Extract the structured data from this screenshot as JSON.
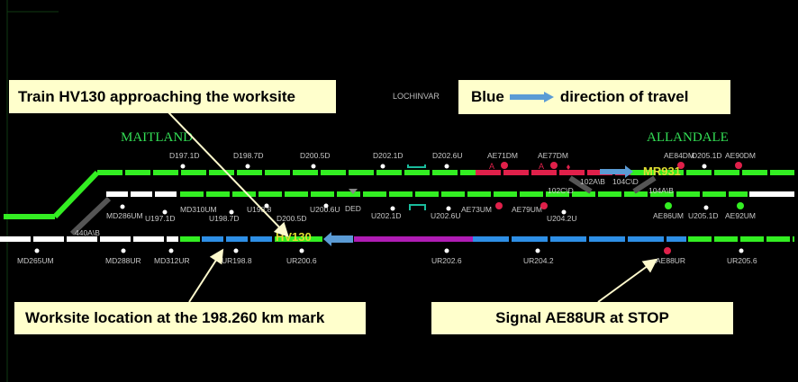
{
  "callouts": {
    "train": "Train HV130 approaching the worksite",
    "blue_word": "Blue",
    "direction": "direction of travel",
    "worksite": "Worksite location at the 198.260 km mark",
    "signal": "Signal AE88UR at STOP"
  },
  "stations": {
    "lochinvar": "LOCHINVAR",
    "maitland": "MAITLAND",
    "allandale": "ALLANDALE"
  },
  "trains": {
    "hv130": "HV130",
    "mr931": "MR931"
  },
  "colors": {
    "track_green": "#33ee22",
    "track_white": "#ffffff",
    "track_blue": "#2e8fe6",
    "track_red": "#e0204a",
    "track_magenta": "#b01cb4",
    "station_text": "#33dd55",
    "label_text": "#c8c8c8",
    "callout_bg": "#ffffcc",
    "arrow_blue": "#5b9bd5",
    "train_tag": "#dede30"
  },
  "signals_top": {
    "d197_1d": "D197.1D",
    "d198_7d": "D198.7D",
    "d200_5d": "D200.5D",
    "d202_1d": "D202.1D",
    "d202_6u": "D202.6U",
    "ae71dm": "AE71DM",
    "ae77dm": "AE77DM",
    "ae84dm": "AE84DM",
    "d205_1d": "D205.1D",
    "ae90dm": "AE90DM"
  },
  "signals_mid": {
    "md286um": "MD286UM",
    "u197_1d": "U197.1D",
    "md310um": "MD310UM",
    "u198_7d": "U198.7D",
    "u198_8": "U198.8",
    "d200_5d": "D200.5D",
    "u200_6u": "U200.6U",
    "ded": "DED",
    "u202_1d": "U202.1D",
    "u202_6u": "U202.6U",
    "ae73um": "AE73UM",
    "ae79um": "AE79UM",
    "u204_2u": "U204.2U",
    "ae86um": "AE86UM",
    "u205_1d": "U205.1D",
    "ae92um": "AE92UM"
  },
  "signals_bottom": {
    "md265um": "MD265UM",
    "md288ur": "MD288UR",
    "md312ur": "MD312UR",
    "ur198_8": "UR198.8",
    "ur200_6": "UR200.6",
    "ur202_6": "UR202.6",
    "ur204_2": "UR204.2",
    "ae88ur": "AE88UR",
    "ur205_6": "UR205.6"
  },
  "points": {
    "p440ab": "440A\\B",
    "p102cd": "102C\\D",
    "p102ab": "102A\\B",
    "p104cd": "104C\\D",
    "p104ab": "104A\\B"
  },
  "marks": {
    "A1": "A",
    "A2": "A"
  }
}
